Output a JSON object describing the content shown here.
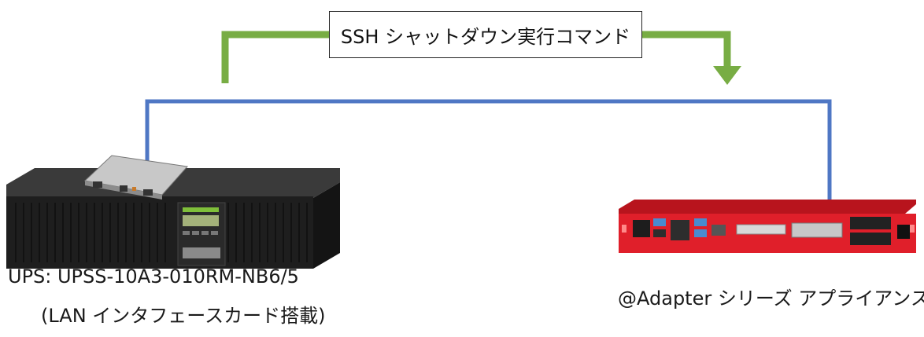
{
  "command_box": {
    "text": "SSH シャットダウン実行コマンド"
  },
  "ups": {
    "label_line1": "UPS: UPSS-10A3-010RM-NB6/5",
    "label_line2": "(LAN インタフェースカード搭載)"
  },
  "appliance": {
    "label": "@Adapter シリーズ アプライアンス"
  },
  "colors": {
    "network_line": "#4f77c4",
    "command_arrow": "#78ad44",
    "ups_body": "#1e1e1e",
    "appliance_body": "#e01f2a"
  }
}
